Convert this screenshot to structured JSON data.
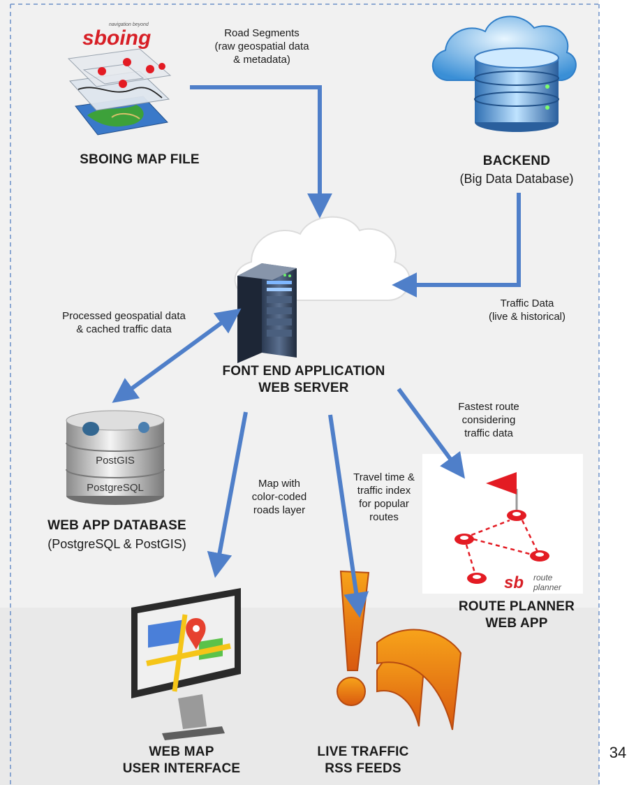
{
  "nodes": {
    "map_file": {
      "title": "SBOING MAP FILE"
    },
    "backend": {
      "title": "BACKEND",
      "subtitle": "(Big Data Database)"
    },
    "web_server": {
      "title_line1": "FONT END APPLICATION",
      "title_line2": "WEB SERVER"
    },
    "web_app_db": {
      "title": "WEB APP DATABASE",
      "subtitle": "(PostgreSQL & PostGIS)",
      "layer_top": "PostGIS",
      "layer_bottom": "PostgreSQL"
    },
    "route_planner": {
      "title_line1": "ROUTE PLANNER",
      "title_line2": "WEB APP",
      "logo_line1": "route",
      "logo_line2": "planner"
    },
    "web_map": {
      "title_line1": "WEB MAP",
      "title_line2": "USER INTERFACE"
    },
    "rss": {
      "title_line1": "LIVE TRAFFIC",
      "title_line2": "RSS FEEDS"
    }
  },
  "sboing_logo": {
    "brand": "sboing",
    "tagline": "navigation beyond"
  },
  "edges": {
    "road_segments": [
      "Road Segments",
      "(raw geospatial data",
      "& metadata)"
    ],
    "traffic_data": [
      "Traffic Data",
      "(live & historical)"
    ],
    "processed_data": [
      "Processed geospatial data",
      "& cached traffic data"
    ],
    "fastest_route": [
      "Fastest route",
      "considering",
      "traffic data"
    ],
    "map_layer": [
      "Map with",
      "color-coded",
      "roads layer"
    ],
    "travel_time": [
      "Travel time &",
      "traffic index",
      "for popular",
      "routes"
    ]
  },
  "page_number": "34",
  "colors": {
    "arrow": "#4f7fc9",
    "border_dash": "#6b8fc7",
    "flag": "#e31b23",
    "ring": "#e31b23",
    "background": "#f1f1f1"
  }
}
